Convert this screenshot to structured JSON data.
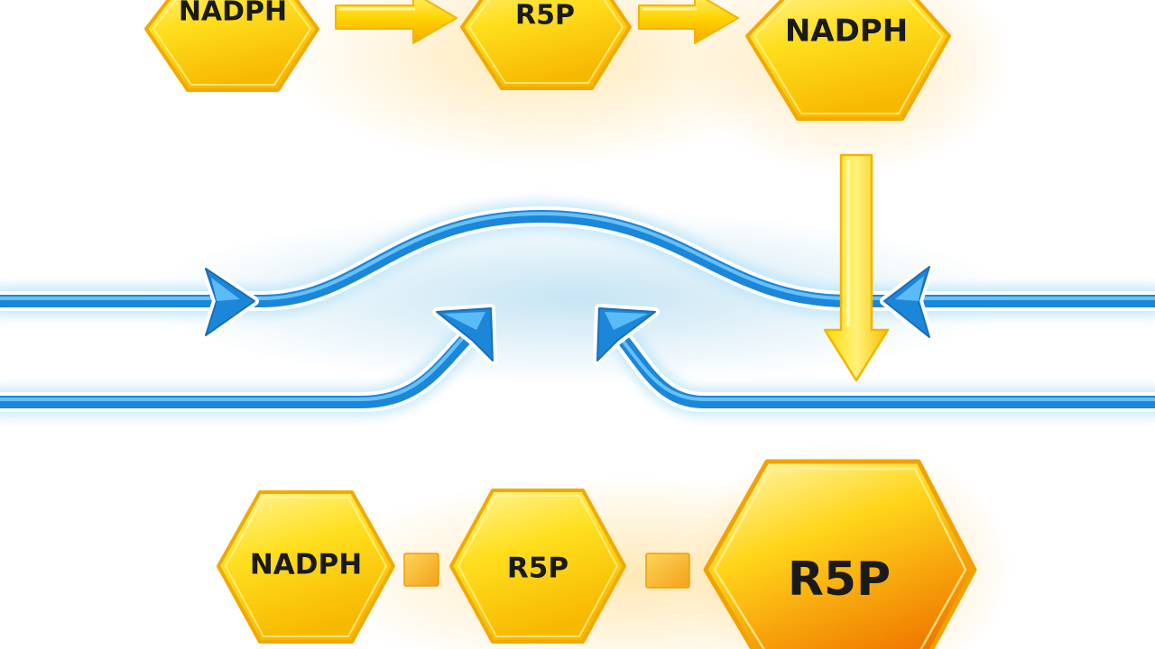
{
  "nodes": {
    "top_left": {
      "label": "NADPH"
    },
    "top_middle": {
      "label": "R5P"
    },
    "top_right": {
      "label": "NADPH"
    },
    "bottom_left": {
      "label": "NADPH"
    },
    "bottom_middle": {
      "label": "R5P"
    },
    "bottom_right": {
      "label": "R5P"
    }
  },
  "colors": {
    "hex_fill_light": "#fff27a",
    "hex_fill_mid": "#ffd81a",
    "hex_fill_dark": "#f5b400",
    "hex_stroke": "#f2a900",
    "big_hex_dark": "#f07a00",
    "arrow_yellow": "#ffe100",
    "arrow_yellow_edge": "#f2b500",
    "connector_orange": "#f6b52a",
    "pathway_blue": "#1f8fe0",
    "pathway_blue_light": "#5fc1ff",
    "pathway_glow": "#bfe6fa"
  }
}
